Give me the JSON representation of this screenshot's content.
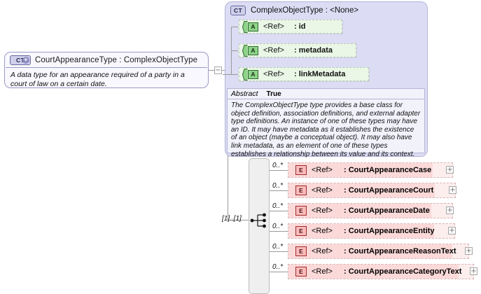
{
  "diagram": {
    "kind": "xsd-schema-diagram",
    "colors": {
      "complex_type_fill": "#f8f8fe",
      "complex_type_border": "#9a9ac8",
      "panel_fill": "#dcdcf4",
      "attribute_fill": "#eaf7e7",
      "attribute_icon_fill": "#8fd38b",
      "element_fill": "#fdeeee",
      "element_inner_fill": "#fcd9d9",
      "element_icon_fill": "#fabcbc",
      "sequence_fill": "#efefef",
      "line": "#9a9a9a"
    }
  },
  "left_type": {
    "icon": "ct-plus-icon",
    "icon_label": "CT",
    "icon_plus": "+",
    "title": "CourtAppearanceType : ComplexObjectType",
    "description": "A data type for an appearance required of a party in a court of law on a certain date."
  },
  "base_type_panel": {
    "icon": "ct-icon",
    "icon_label": "CT",
    "title": "ComplexObjectType : <None>",
    "attributes": [
      {
        "icon": "attribute-icon",
        "icon_label": "A",
        "ref": "<Ref>",
        "name": ": id"
      },
      {
        "icon": "attribute-icon",
        "icon_label": "A",
        "ref": "<Ref>",
        "name": ": metadata"
      },
      {
        "icon": "attribute-icon",
        "icon_label": "A",
        "ref": "<Ref>",
        "name": ": linkMetadata"
      }
    ],
    "abstract": {
      "label": "Abstract",
      "value": "True",
      "text": "The ComplexObjectType type provides a base class for object definition, association definitions, and external adapter type definitions. An instance of one of these types may have an ID. It may have metadata as it establishes the existence of an object (maybe a conceptual object). It may also have link metadata, as an element of one of these types establishes a relationship between its value and its context."
    }
  },
  "sequence": {
    "icon": "sequence-compositor-icon",
    "cardinality": "[1]..[1]"
  },
  "elements": [
    {
      "icon": "element-icon",
      "icon_label": "E",
      "cardinality": "0..*",
      "ref": "<Ref>",
      "name": ": CourtAppearanceCase",
      "toggle": "+"
    },
    {
      "icon": "element-icon",
      "icon_label": "E",
      "cardinality": "0..*",
      "ref": "<Ref>",
      "name": ": CourtAppearanceCourt",
      "toggle": "+"
    },
    {
      "icon": "element-icon",
      "icon_label": "E",
      "cardinality": "0..*",
      "ref": "<Ref>",
      "name": ": CourtAppearanceDate",
      "toggle": "+"
    },
    {
      "icon": "element-icon",
      "icon_label": "E",
      "cardinality": "0..*",
      "ref": "<Ref>",
      "name": ": CourtAppearanceEntity",
      "toggle": "+"
    },
    {
      "icon": "element-icon",
      "icon_label": "E",
      "cardinality": "0..*",
      "ref": "<Ref>",
      "name": ": CourtAppearanceReasonText",
      "toggle": "+"
    },
    {
      "icon": "element-icon",
      "icon_label": "E",
      "cardinality": "0..*",
      "ref": "<Ref>",
      "name": ": CourtAppearanceCategoryText",
      "toggle": "+"
    }
  ],
  "collapse_toggle": {
    "symbol": "−",
    "name": "collapse-toggle"
  }
}
